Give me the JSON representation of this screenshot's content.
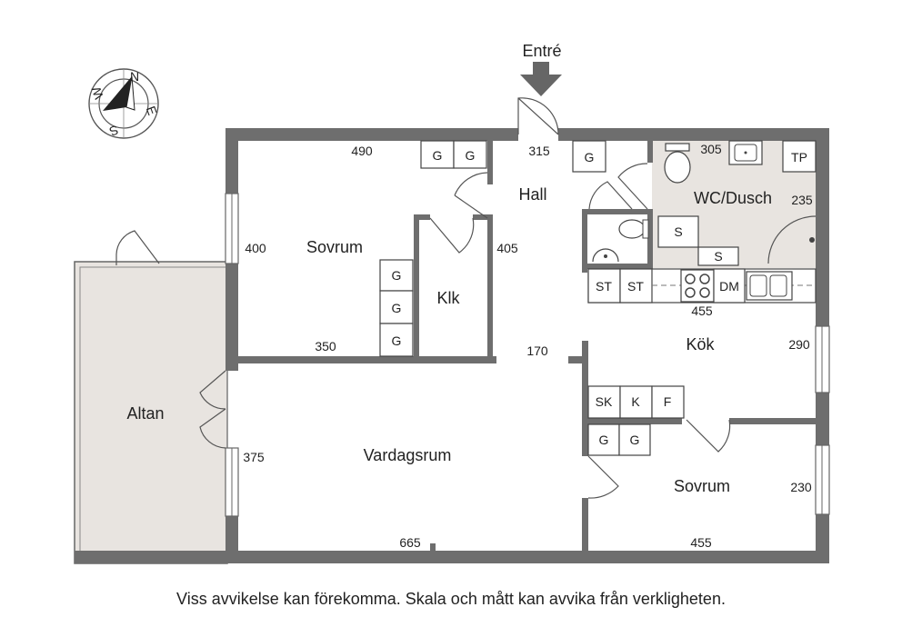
{
  "labels": {
    "entrance": "Entré",
    "compass": [
      "N",
      "E",
      "S",
      "W"
    ]
  },
  "rooms": {
    "sovrum1": "Sovrum",
    "hall": "Hall",
    "wc": "WC/Dusch",
    "klk": "Klk",
    "kok": "Kök",
    "altan": "Altan",
    "vardagsrum": "Vardagsrum",
    "sovrum2": "Sovrum"
  },
  "dimensions": {
    "d490": "490",
    "d315": "315",
    "d305": "305",
    "d235": "235",
    "d400": "400",
    "d405": "405",
    "d350": "350",
    "d170": "170",
    "d455a": "455",
    "d290": "290",
    "d375": "375",
    "d230": "230",
    "d665": "665",
    "d455b": "455"
  },
  "fixtures": {
    "g": "G",
    "s": "S",
    "tp": "TP",
    "st": "ST",
    "dm": "DM",
    "sk": "SK",
    "k": "K",
    "f": "F"
  },
  "disclaimer": "Viss avvikelse kan förekomma. Skala och mått kan avvika från verkligheten."
}
